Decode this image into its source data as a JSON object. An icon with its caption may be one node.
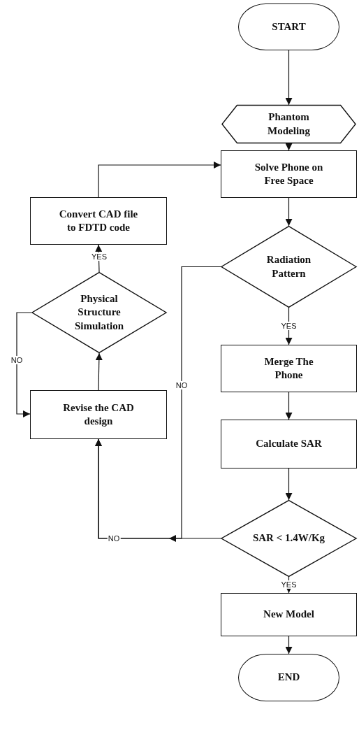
{
  "diagram": {
    "nodes": [
      {
        "text": [
          "START"
        ]
      },
      {
        "text": [
          "Phantom Modeling"
        ]
      },
      {
        "text": [
          "Solve Phone on Free Space"
        ]
      },
      {
        "text": [
          "Convert CAD file to FDTD code"
        ]
      },
      {
        "text": [
          "Radiation Pattern"
        ]
      },
      {
        "text": [
          "Physical Structure Simulation"
        ]
      },
      {
        "text": [
          "Merge The Phone"
        ]
      },
      {
        "text": [
          "Revise the CAD design"
        ]
      },
      {
        "text": [
          "Calculate SAR"
        ]
      },
      {
        "text": [
          "SAR < 1.4W/Kg"
        ]
      },
      {
        "text": [
          "New Model"
        ]
      },
      {
        "text": [
          "END"
        ]
      }
    ],
    "edges": [
      {
        "from": 0,
        "to": 1,
        "arrow": "to"
      },
      {
        "from": 1,
        "to": 2,
        "arrow": "to"
      },
      {
        "from": 2,
        "to": 4,
        "arrow": "to"
      },
      {
        "from": 3,
        "to": 2,
        "arrow": "to"
      },
      {
        "from": 4,
        "to": 6,
        "arrow": "to",
        "label": "YES"
      },
      {
        "from": 4,
        "to": 7,
        "arrow": "to",
        "label": "NO"
      },
      {
        "from": 5,
        "to": 3,
        "arrow": "to",
        "label": "YES"
      },
      {
        "from": 5,
        "to": 7,
        "arrow": "to",
        "label": "NO"
      },
      {
        "from": 7,
        "to": 5,
        "arrow": "to"
      },
      {
        "from": 6,
        "to": 8,
        "arrow": "to"
      },
      {
        "from": 8,
        "to": 9,
        "arrow": "to"
      },
      {
        "from": 9,
        "to": 7,
        "arrow": "to",
        "label": "NO"
      },
      {
        "from": 9,
        "to": 10,
        "arrow": "to",
        "label": "YES"
      },
      {
        "from": 10,
        "to": 11,
        "arrow": "to"
      }
    ]
  }
}
